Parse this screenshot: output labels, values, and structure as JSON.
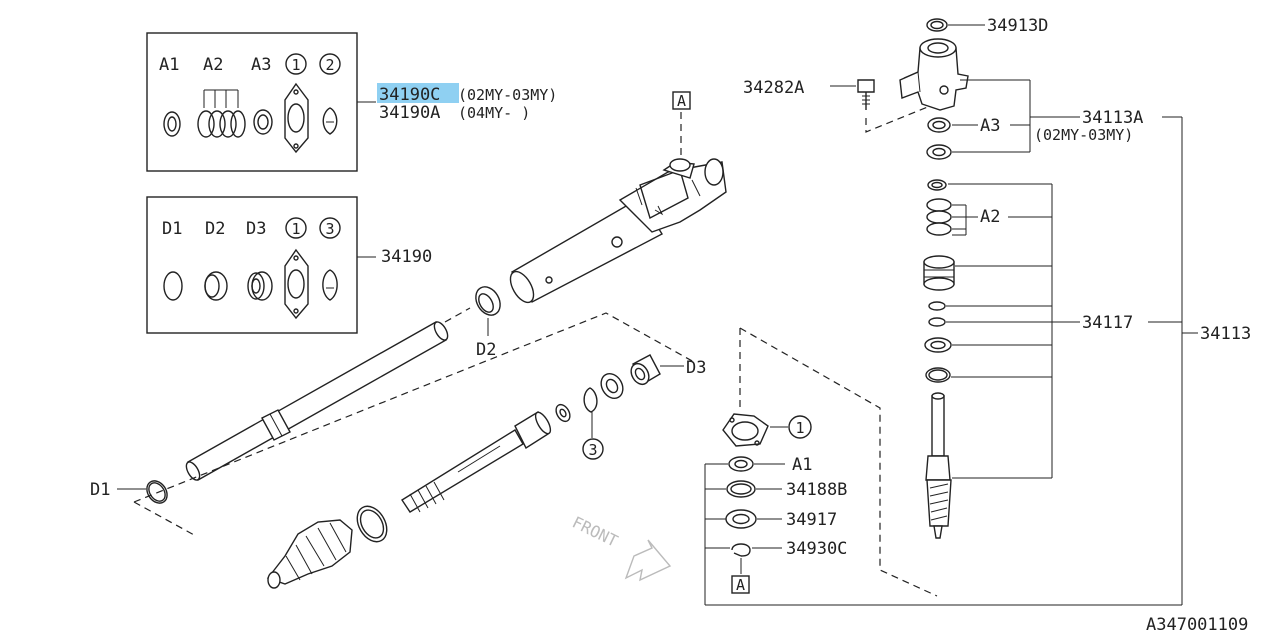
{
  "diagram": {
    "image_code": "A347001109",
    "kit_a": {
      "headers": [
        "A1",
        "A2",
        "A3",
        "1",
        "2"
      ],
      "part_numbers": [
        {
          "number": "34190C",
          "range": "(02MY-03MY)",
          "highlighted": true
        },
        {
          "number": "34190A",
          "range": "(04MY-      )",
          "highlighted": false
        }
      ]
    },
    "kit_d": {
      "headers": [
        "D1",
        "D2",
        "D3",
        "1",
        "3"
      ],
      "part_number": "34190"
    },
    "callouts": {
      "ref_a_top": "A",
      "ref_a_bottom": "A",
      "d2": "D2",
      "d3": "D3",
      "d1": "D1",
      "circle3": "3",
      "circle1": "1",
      "p34913D": "34913D",
      "p34282A": "34282A",
      "a3": "A3",
      "p34113A": "34113A",
      "p34113A_range": "(02MY-03MY)",
      "a2": "A2",
      "p34117": "34117",
      "p34113": "34113",
      "a1": "A1",
      "p34188B": "34188B",
      "p34917": "34917",
      "p34930C": "34930C",
      "front": "FRONT"
    }
  }
}
